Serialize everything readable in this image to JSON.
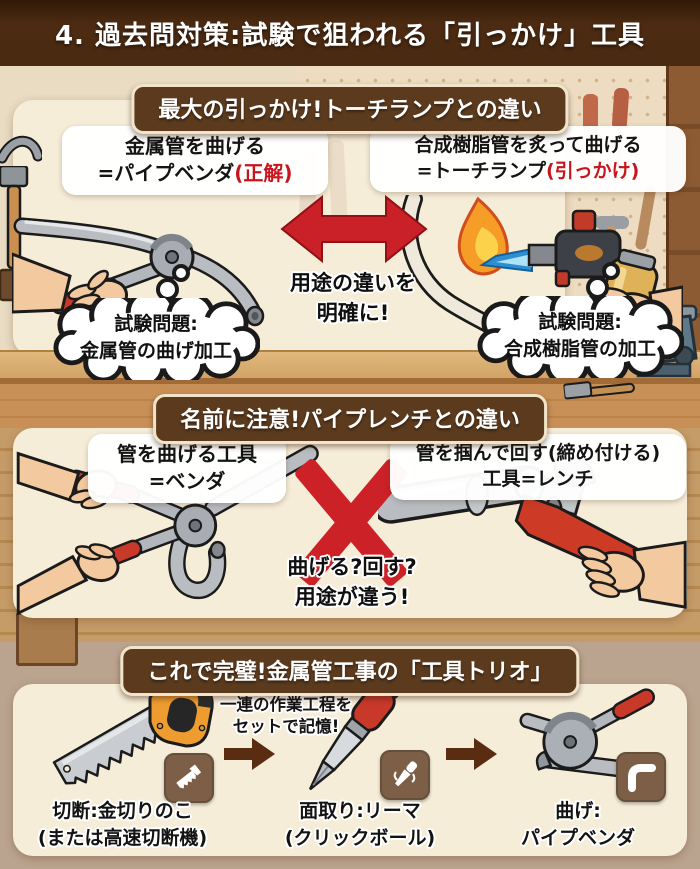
{
  "header": {
    "title": "4. 過去問対策:試験で狙われる「引っかけ」工具"
  },
  "section_torch": {
    "heading": "最大の引っかけ!トーチランプとの違い",
    "correct": {
      "line1": "金属管を曲げる",
      "line2": "=パイプベンダ",
      "tag": "(正解)",
      "bubble1": "試験問題:",
      "bubble2": "金属管の曲げ加工"
    },
    "trap": {
      "line1": "合成樹脂管を炙って曲げる",
      "line2": "=トーチランプ",
      "tag": "(引っかけ)",
      "bubble1": "試験問題:",
      "bubble2": "合成樹脂管の加工"
    },
    "note1": "用途の違いを",
    "note2": "明確に!"
  },
  "section_wrench": {
    "heading": "名前に注意!パイプレンチとの違い",
    "left": {
      "line1": "管を曲げる工具",
      "line2": "=ベンダ"
    },
    "right": {
      "line1": "管を掴んで回す(締め付ける)",
      "line2": "工具=レンチ"
    },
    "note1": "曲げる?回す?",
    "note2": "用途が違う!"
  },
  "section_trio": {
    "heading": "これで完璧!金属管工事の「工具トリオ」",
    "note1": "一連の作業工程を",
    "note2": "セットで記憶!",
    "steps": [
      {
        "name1": "切断:金切りのこ",
        "name2": "(または高速切断機)",
        "icon": "handsaw-icon"
      },
      {
        "name1": "面取り:リーマ",
        "name2": "(クリックボール)",
        "icon": "reamer-icon"
      },
      {
        "name1": "曲げ:",
        "name2": "パイプベンダ",
        "icon": "elbow-pipe-icon"
      }
    ]
  },
  "colors": {
    "accent_red": "#c92127",
    "header_brown": "#4a2a11",
    "pill_brown": "#5b3a1d",
    "panel_cream": "#f6edd9",
    "wood": "#c59c68"
  }
}
